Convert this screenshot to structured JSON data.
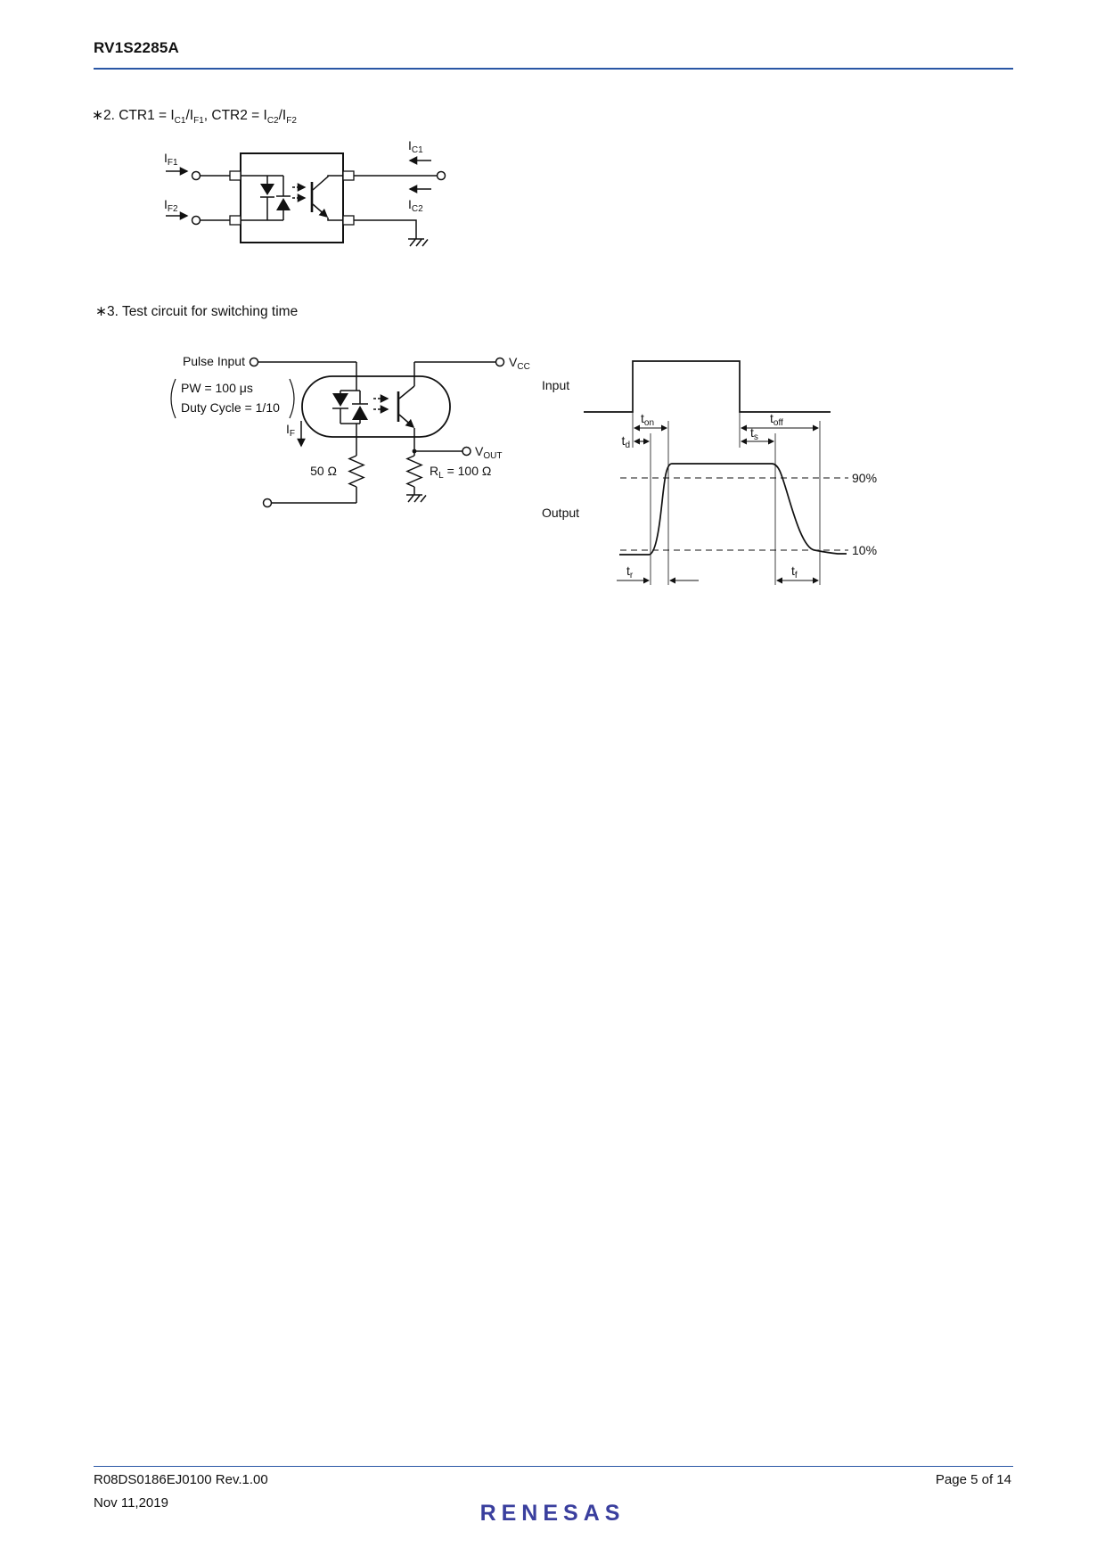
{
  "colors": {
    "accent_blue": "#2a57a5",
    "logo_color": "#3a3f9e",
    "ink": "#111111"
  },
  "header": {
    "title": "RV1S2285A"
  },
  "note2": {
    "pre": "∗2. CTR1 = I",
    "sub1": "C1",
    "mid1": "/I",
    "sub2": "F1",
    "mid2": ", CTR2 = I",
    "sub3": "C2",
    "mid3": "/I",
    "sub4": "F2"
  },
  "ctr_circuit": {
    "if1_base": "I",
    "if1_sub": "F1",
    "if2_base": "I",
    "if2_sub": "F2",
    "ic1_base": "I",
    "ic1_sub": "C1",
    "ic2_base": "I",
    "ic2_sub": "C2"
  },
  "note3": {
    "text": "∗3. Test circuit for switching time"
  },
  "test_circuit": {
    "pulse_input": "Pulse Input",
    "pw": "PW = 100 μs",
    "duty": "Duty Cycle = 1/10",
    "if_base": "I",
    "if_sub": "F",
    "r_series": "50 Ω",
    "vcc_base": "V",
    "vcc_sub": "CC",
    "vout_base": "V",
    "vout_sub": "OUT",
    "rl_base": "R",
    "rl_sub": "L",
    "rl_rest": " = 100 Ω"
  },
  "timing": {
    "input_label": "Input",
    "output_label": "Output",
    "td_base": "t",
    "td_sub": "d",
    "ton_base": "t",
    "ton_sub": "on",
    "ts_base": "t",
    "ts_sub": "s",
    "toff_base": "t",
    "toff_sub": "off",
    "tr_base": "t",
    "tr_sub": "r",
    "tf_base": "t",
    "tf_sub": "f",
    "level_high": "90%",
    "level_low": "10%"
  },
  "footer": {
    "doc_number": "R08DS0186EJ0100 Rev.1.00",
    "date": "Nov 11,2019",
    "page_info": "Page 5 of 14",
    "logo_text": "RENESAS"
  }
}
